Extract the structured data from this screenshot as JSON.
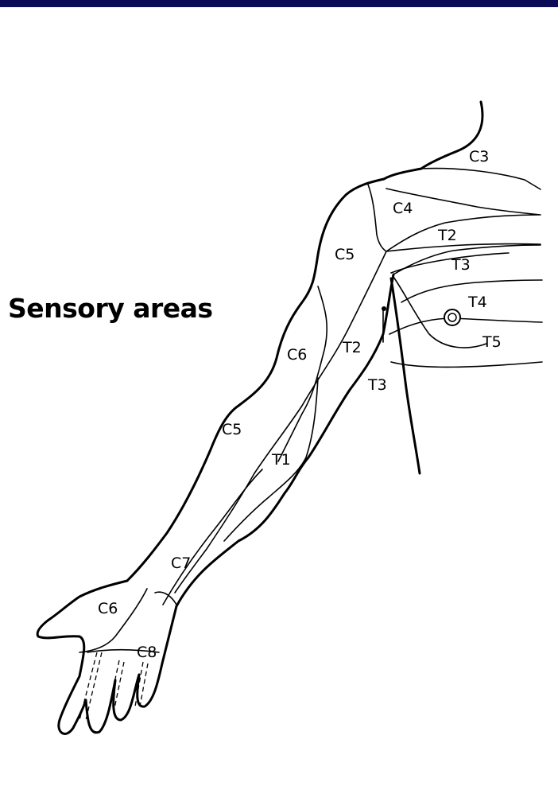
{
  "header": {
    "bar_color": "#0b0b57"
  },
  "title": "Sensory areas",
  "labels": {
    "c3": "C3",
    "c4": "C4",
    "c5_shoulder": "C5",
    "t2_chest": "T2",
    "t3_chest": "T3",
    "t4": "T4",
    "t5": "T5",
    "c6_arm": "C6",
    "t2_arm": "T2",
    "t3_axilla": "T3",
    "c5_forearm": "C5",
    "t1": "T1",
    "c7": "C7",
    "c6_hand": "C6",
    "c8": "C8"
  }
}
